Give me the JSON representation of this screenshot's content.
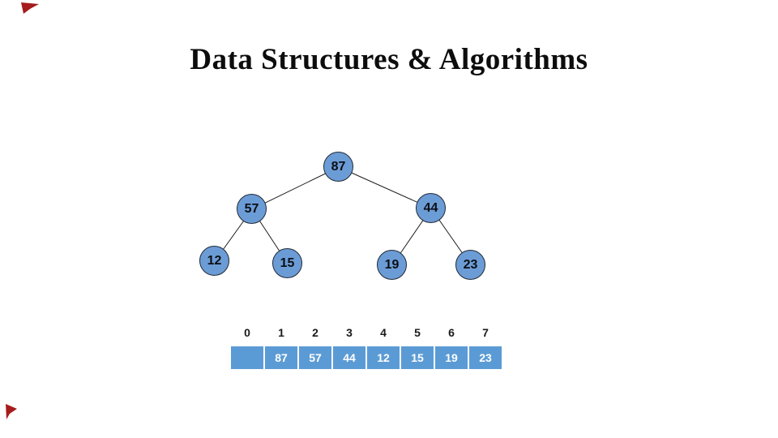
{
  "slide": {
    "title": "Data Structures & Algorithms",
    "accent_red": "#a61c1c",
    "node_fill": "#6c9cd6",
    "cell_fill": "#5b9bd5"
  },
  "tree": {
    "description": "max-heap binary tree",
    "nodes": [
      {
        "id": "root",
        "value": "87"
      },
      {
        "id": "left",
        "value": "57"
      },
      {
        "id": "right",
        "value": "44"
      },
      {
        "id": "left-left",
        "value": "12"
      },
      {
        "id": "left-right",
        "value": "15"
      },
      {
        "id": "right-left",
        "value": "19"
      },
      {
        "id": "right-right",
        "value": "23"
      }
    ]
  },
  "array": {
    "indices": [
      "0",
      "1",
      "2",
      "3",
      "4",
      "5",
      "6",
      "7"
    ],
    "values": [
      "",
      "87",
      "57",
      "44",
      "12",
      "15",
      "19",
      "23"
    ]
  }
}
